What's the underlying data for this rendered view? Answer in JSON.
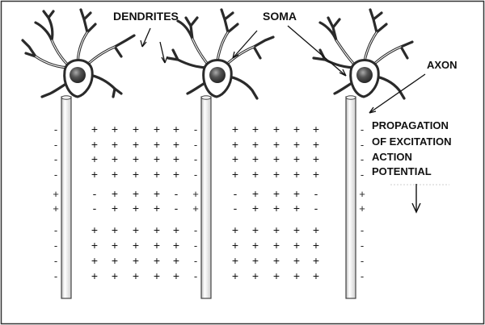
{
  "labels": {
    "dendrites": "DENDRITES",
    "soma": "SOMA",
    "axon": "AXON",
    "propagation": [
      "PROPAGATION",
      "OF EXCITATION",
      "ACTION",
      "POTENTIAL"
    ]
  },
  "signs": {
    "axon_1_left": [
      "-",
      "-",
      "-",
      "-",
      "+",
      "+",
      "-",
      "-",
      "-",
      "-"
    ],
    "axon_2_left": [
      "-",
      "-",
      "-",
      "-",
      "+",
      "+",
      "-",
      "-",
      "-",
      "-"
    ],
    "axon_3_right": [
      "-",
      "-",
      "-",
      "-",
      "+",
      "+",
      "-",
      "-",
      "-",
      "-"
    ],
    "grid_1": [
      [
        "+",
        "+",
        "+",
        "+",
        "+"
      ],
      [
        "+",
        "+",
        "+",
        "+",
        "+"
      ],
      [
        "+",
        "+",
        "+",
        "+",
        "+"
      ],
      [
        "+",
        "+",
        "+",
        "+",
        "+"
      ],
      [
        "-",
        "+",
        "+",
        "+",
        "-"
      ],
      [
        "-",
        "+",
        "+",
        "+",
        "-"
      ],
      [
        "+",
        "+",
        "+",
        "+",
        "+"
      ],
      [
        "+",
        "+",
        "+",
        "+",
        "+"
      ],
      [
        "+",
        "+",
        "+",
        "+",
        "+"
      ],
      [
        "+",
        "+",
        "+",
        "+",
        "+"
      ]
    ],
    "grid_2": [
      [
        "+",
        "+",
        "+",
        "+",
        "+"
      ],
      [
        "+",
        "+",
        "+",
        "+",
        "+"
      ],
      [
        "+",
        "+",
        "+",
        "+",
        "+"
      ],
      [
        "+",
        "+",
        "+",
        "+",
        "+"
      ],
      [
        "-",
        "+",
        "+",
        "+",
        "-"
      ],
      [
        "-",
        "+",
        "+",
        "+",
        "-"
      ],
      [
        "+",
        "+",
        "+",
        "+",
        "+"
      ],
      [
        "+",
        "+",
        "+",
        "+",
        "+"
      ],
      [
        "+",
        "+",
        "+",
        "+",
        "+"
      ],
      [
        "+",
        "+",
        "+",
        "+",
        "+"
      ]
    ]
  },
  "colors": {
    "outline": "#2a2a2a",
    "soma": "#3c3c3c"
  }
}
